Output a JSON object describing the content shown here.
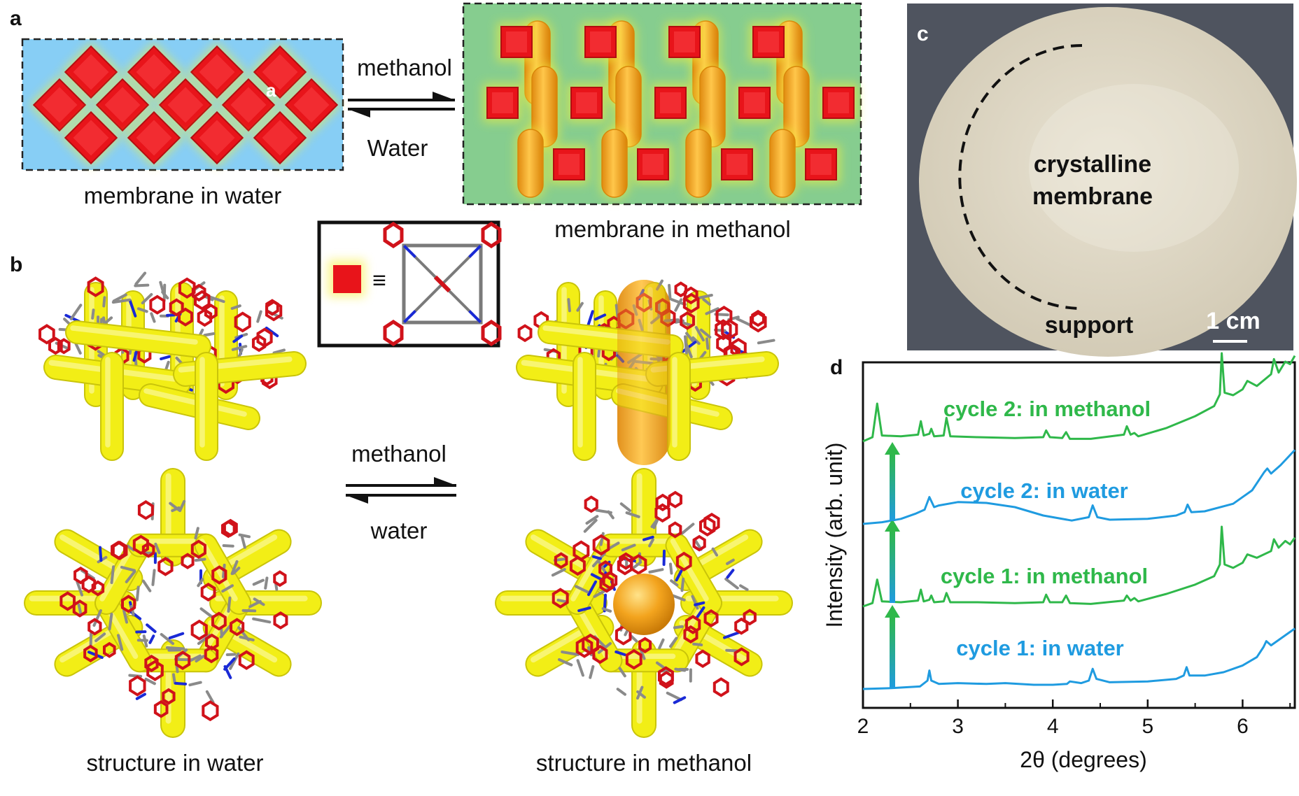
{
  "panels": {
    "a": {
      "letter": "a",
      "water_caption": "membrane in water",
      "methanol_caption": "membrane in methanol",
      "arrow_forward": "methanol",
      "arrow_backward": "Water",
      "tile_letter": "a"
    },
    "b": {
      "letter": "b",
      "water_caption": "structure in water",
      "methanol_caption": "structure in methanol",
      "arrow_forward": "methanol",
      "arrow_backward": "water",
      "legend_symbol": "≡"
    },
    "c": {
      "letter": "c",
      "membrane_line1": "crystalline",
      "membrane_line2": "membrane",
      "support_label": "support",
      "scale_bar": "1 cm"
    },
    "d": {
      "letter": "d"
    }
  },
  "colors": {
    "water_bg": "#87cef5",
    "methanol_bg": "#86cd8f",
    "square_red": "#e8141a",
    "capsule_orange": "#f6a623",
    "rod_yellow": "#f2ee16",
    "water_series": "#1f9be0",
    "methanol_series": "#2fb84a"
  },
  "chart_data": {
    "type": "line",
    "title": "",
    "xlabel": "2θ (degrees)",
    "ylabel": "Intensity (arb. unit)",
    "xlim": [
      2,
      6.55
    ],
    "xticks": [
      2,
      3,
      4,
      5,
      6
    ],
    "yticks_shown": false,
    "units": "arb. unit",
    "series": [
      {
        "name": "cycle 1: in water",
        "color": "#1f9be0",
        "baseline": 0.0,
        "x": [
          2.0,
          2.3,
          2.6,
          2.68,
          2.7,
          2.72,
          2.8,
          3.0,
          3.3,
          3.5,
          3.8,
          4.0,
          4.15,
          4.18,
          4.3,
          4.38,
          4.42,
          4.46,
          4.6,
          5.0,
          5.3,
          5.38,
          5.41,
          5.44,
          5.6,
          5.8,
          6.0,
          6.15,
          6.22,
          6.25,
          6.3,
          6.4,
          6.55
        ],
        "y": [
          0.0,
          0.01,
          0.03,
          0.1,
          0.22,
          0.1,
          0.06,
          0.07,
          0.06,
          0.07,
          0.05,
          0.05,
          0.06,
          0.09,
          0.07,
          0.1,
          0.24,
          0.12,
          0.08,
          0.09,
          0.12,
          0.16,
          0.26,
          0.16,
          0.16,
          0.2,
          0.28,
          0.38,
          0.5,
          0.57,
          0.52,
          0.6,
          0.72
        ]
      },
      {
        "name": "cycle 1: in methanol",
        "color": "#2fb84a",
        "baseline": 1.0,
        "x": [
          2.0,
          2.1,
          2.15,
          2.2,
          2.4,
          2.58,
          2.61,
          2.64,
          2.7,
          2.72,
          2.75,
          2.85,
          2.88,
          2.92,
          3.2,
          3.6,
          3.9,
          3.93,
          3.97,
          4.1,
          4.14,
          4.18,
          4.4,
          4.75,
          4.78,
          4.82,
          4.86,
          4.9,
          5.2,
          5.5,
          5.7,
          5.76,
          5.78,
          5.81,
          5.9,
          6.0,
          6.05,
          6.15,
          6.3,
          6.33,
          6.38,
          6.45,
          6.5,
          6.55
        ],
        "y": [
          0.0,
          0.04,
          0.32,
          0.06,
          0.05,
          0.07,
          0.2,
          0.06,
          0.08,
          0.13,
          0.05,
          0.06,
          0.16,
          0.05,
          0.05,
          0.04,
          0.05,
          0.14,
          0.05,
          0.05,
          0.13,
          0.04,
          0.03,
          0.07,
          0.13,
          0.07,
          0.1,
          0.06,
          0.15,
          0.26,
          0.36,
          0.5,
          0.95,
          0.5,
          0.46,
          0.52,
          0.62,
          0.58,
          0.66,
          0.8,
          0.7,
          0.78,
          0.74,
          0.82
        ]
      },
      {
        "name": "cycle 2: in water",
        "color": "#1f9be0",
        "baseline": 2.0,
        "x": [
          2.0,
          2.2,
          2.4,
          2.55,
          2.65,
          2.7,
          2.75,
          2.8,
          3.0,
          3.3,
          3.6,
          3.9,
          4.2,
          4.38,
          4.42,
          4.47,
          4.6,
          5.0,
          5.3,
          5.39,
          5.42,
          5.46,
          5.6,
          5.9,
          6.1,
          6.23,
          6.26,
          6.3,
          6.4,
          6.55
        ],
        "y": [
          0.0,
          0.02,
          0.06,
          0.12,
          0.17,
          0.32,
          0.2,
          0.22,
          0.26,
          0.25,
          0.2,
          0.1,
          0.04,
          0.08,
          0.22,
          0.08,
          0.05,
          0.06,
          0.1,
          0.14,
          0.23,
          0.14,
          0.15,
          0.24,
          0.4,
          0.62,
          0.66,
          0.6,
          0.7,
          0.88
        ]
      },
      {
        "name": "cycle 2: in methanol",
        "color": "#2fb84a",
        "baseline": 3.0,
        "x": [
          2.0,
          2.1,
          2.15,
          2.2,
          2.4,
          2.58,
          2.61,
          2.64,
          2.7,
          2.72,
          2.75,
          2.85,
          2.88,
          2.92,
          3.2,
          3.6,
          3.9,
          3.93,
          3.97,
          4.1,
          4.14,
          4.18,
          4.4,
          4.75,
          4.78,
          4.82,
          4.86,
          4.9,
          5.2,
          5.5,
          5.7,
          5.76,
          5.78,
          5.81,
          5.9,
          6.0,
          6.05,
          6.15,
          6.3,
          6.33,
          6.38,
          6.45,
          6.5,
          6.55
        ],
        "y": [
          0.0,
          0.05,
          0.45,
          0.07,
          0.06,
          0.08,
          0.24,
          0.07,
          0.09,
          0.15,
          0.06,
          0.07,
          0.28,
          0.06,
          0.05,
          0.04,
          0.05,
          0.13,
          0.05,
          0.04,
          0.11,
          0.03,
          0.03,
          0.08,
          0.18,
          0.08,
          0.1,
          0.06,
          0.16,
          0.3,
          0.42,
          0.56,
          1.05,
          0.58,
          0.55,
          0.62,
          0.72,
          0.66,
          0.8,
          0.98,
          0.82,
          0.95,
          0.92,
          1.02
        ]
      }
    ]
  }
}
